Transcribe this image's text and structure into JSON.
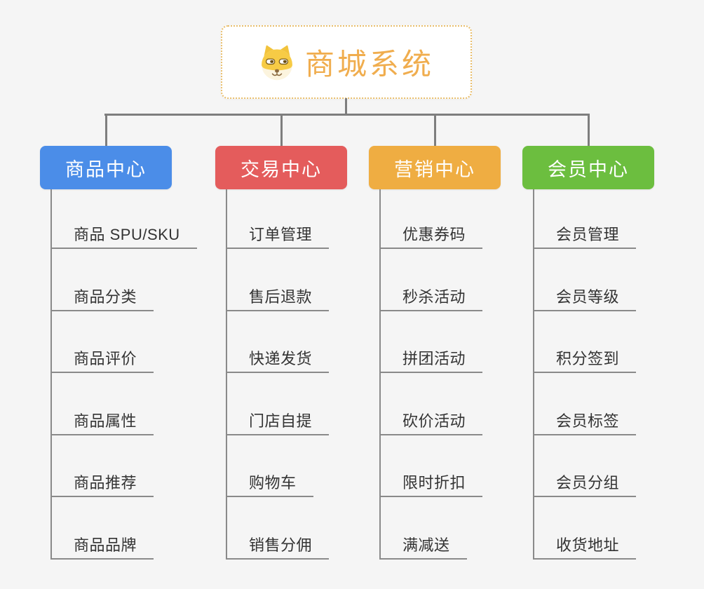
{
  "root": {
    "title": "商城系统",
    "icon": "doge-icon"
  },
  "branches": [
    {
      "label": "商品中心",
      "color": "#4B8DE8",
      "items": [
        "商品 SPU/SKU",
        "商品分类",
        "商品评价",
        "商品属性",
        "商品推荐",
        "商品品牌"
      ]
    },
    {
      "label": "交易中心",
      "color": "#E45C5C",
      "items": [
        "订单管理",
        "售后退款",
        "快递发货",
        "门店自提",
        "购物车",
        "销售分佣"
      ]
    },
    {
      "label": "营销中心",
      "color": "#EFAD42",
      "items": [
        "优惠券码",
        "秒杀活动",
        "拼团活动",
        "砍价活动",
        "限时折扣",
        "满减送"
      ]
    },
    {
      "label": "会员中心",
      "color": "#6CBE3F",
      "items": [
        "会员管理",
        "会员等级",
        "积分签到",
        "会员标签",
        "会员分组",
        "收货地址"
      ]
    }
  ],
  "colors": {
    "background": "#F5F5F5",
    "connector": "#7E7E7E",
    "item_line": "#8A8A8A",
    "root_title": "#F0AD4E",
    "root_border": "#E9BE6B",
    "item_text": "#333333"
  }
}
